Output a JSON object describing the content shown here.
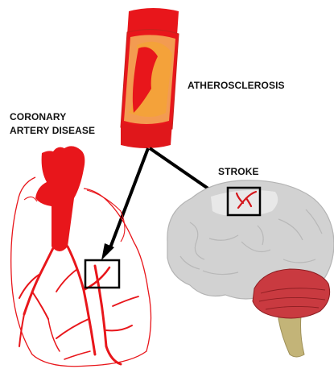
{
  "labels": {
    "atherosclerosis": "ATHEROSCLEROSIS",
    "cad_line1": "CORONARY",
    "cad_line2": "ARTERY DISEASE",
    "stroke": "STROKE"
  },
  "colors": {
    "artery_red": "#e8161b",
    "artery_dark": "#b0151a",
    "plaque_orange": "#f4a23a",
    "brain_gray": "#d2d2d2",
    "cerebellum_red": "#c93a40",
    "brainstem_olive": "#c3b478",
    "arrow": "#000000"
  }
}
